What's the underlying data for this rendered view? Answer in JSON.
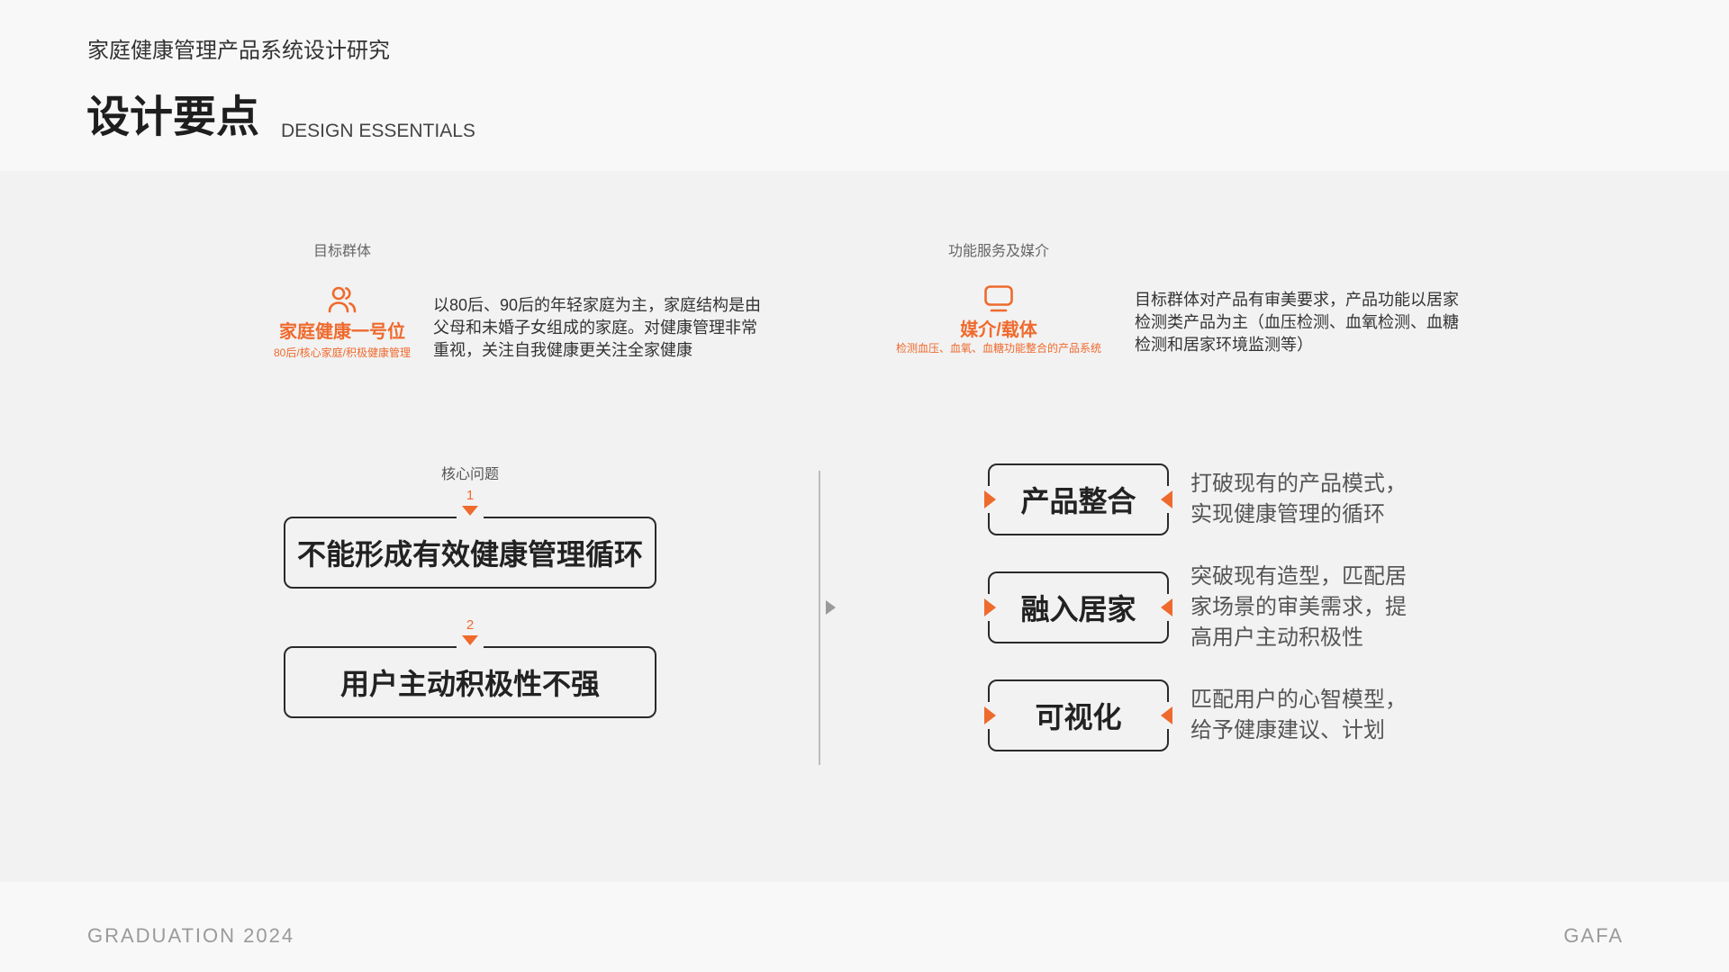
{
  "colors": {
    "accent": "#ef6a2d",
    "band": "#f2f2f2",
    "page": "#f8f8f8",
    "ink": "#222222"
  },
  "header": {
    "project_title": "家庭健康管理产品系统设计研究",
    "section_title": "设计要点",
    "section_subtitle": "DESIGN ESSENTIALS"
  },
  "target_group": {
    "label": "目标群体",
    "icon": "users-icon",
    "title": "家庭健康一号位",
    "tags": "80后/核心家庭/积极健康管理",
    "description_lines": [
      "以80后、90后的年轻家庭为主，家庭结构是由",
      "父母和未婚子女组成的家庭。对健康管理非常",
      "重视，关注自我健康更关注全家健康"
    ]
  },
  "service_media": {
    "label": "功能服务及媒介",
    "icon": "monitor-icon",
    "title": "媒介/载体",
    "tags": "检测血压、血氧、血糖功能整合的产品系统",
    "description_lines": [
      "目标群体对产品有审美要求，产品功能以居家",
      "检测类产品为主（血压检测、血氧检测、血糖",
      "检测和居家环境监测等）"
    ]
  },
  "core_problems": {
    "label": "核心问题",
    "items": [
      {
        "number": "1",
        "text": "不能形成有效健康管理循环"
      },
      {
        "number": "2",
        "text": "用户主动积极性不强"
      }
    ]
  },
  "solutions": {
    "arrow_icon": "arrow-right-icon",
    "items": [
      {
        "title": "产品整合",
        "description_lines": [
          "打破现有的产品模式，",
          "实现健康管理的循环"
        ]
      },
      {
        "title": "融入居家",
        "description_lines": [
          "突破现有造型，匹配居",
          "家场景的审美需求，提",
          "高用户主动积极性"
        ]
      },
      {
        "title": "可视化",
        "description_lines": [
          "匹配用户的心智模型，",
          "给予健康建议、计划"
        ]
      }
    ]
  },
  "footer": {
    "left": "GRADUATION 2024",
    "right": "GAFA"
  }
}
